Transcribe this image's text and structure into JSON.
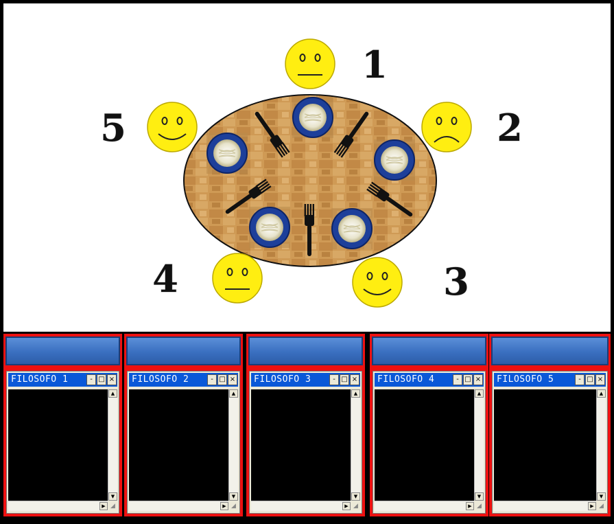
{
  "seats": [
    {
      "number": "1",
      "mood": "neutral"
    },
    {
      "number": "2",
      "mood": "sad"
    },
    {
      "number": "3",
      "mood": "happy"
    },
    {
      "number": "4",
      "mood": "neutral"
    },
    {
      "number": "5",
      "mood": "happy"
    }
  ],
  "consoles": [
    {
      "title": "FILOSOFO 1"
    },
    {
      "title": "FILOSOFO 2"
    },
    {
      "title": "FILOSOFO 3"
    },
    {
      "title": "FILOSOFO 4"
    },
    {
      "title": "FILOSOFO 5"
    }
  ],
  "window_buttons": {
    "minimize": "-",
    "maximize": "□",
    "close": "×"
  },
  "colors": {
    "face": "#ffee11",
    "table": "#c9964f",
    "plate": "#1d3f9a",
    "panel": "#ee1111",
    "titlebar": "#0a58d8"
  }
}
